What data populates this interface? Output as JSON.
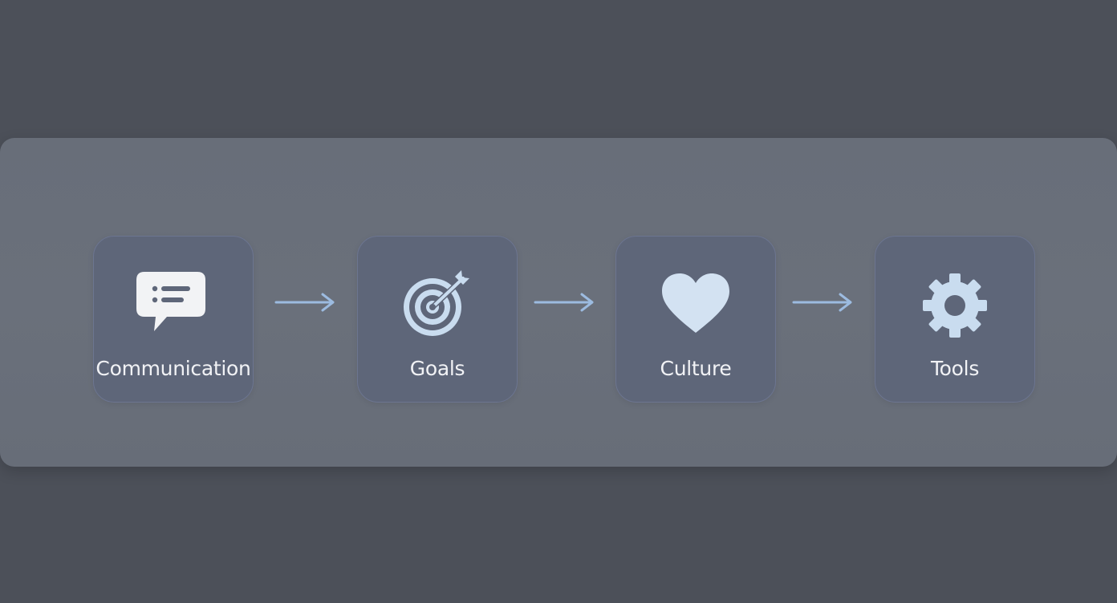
{
  "steps": [
    {
      "label": "Communication",
      "icon": "chat-bubble-icon"
    },
    {
      "label": "Goals",
      "icon": "target-icon"
    },
    {
      "label": "Culture",
      "icon": "heart-icon"
    },
    {
      "label": "Tools",
      "icon": "gear-icon"
    }
  ],
  "colors": {
    "background": "#4c5059",
    "panel": "#686e79",
    "card": "#5e6679",
    "icon": "#c9dcef",
    "arrow": "#9cbbe0",
    "label": "#f1f2f5"
  }
}
